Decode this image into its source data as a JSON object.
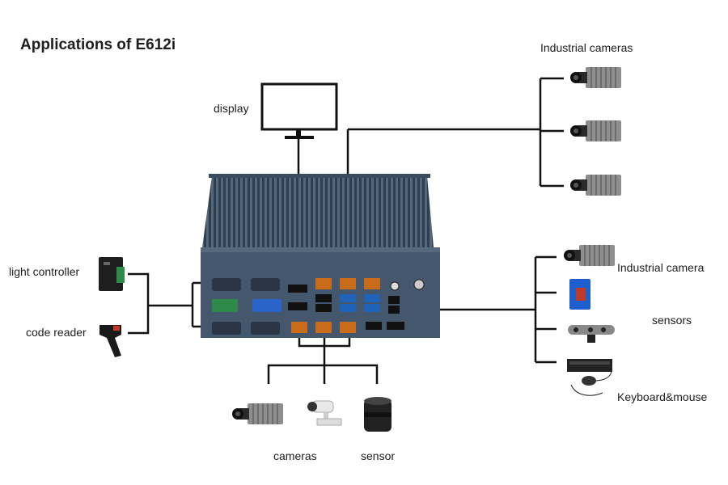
{
  "title": "Applications of E612i",
  "labels": {
    "display": "display",
    "industrial_cameras": "Industrial cameras",
    "light_controller": "light controller",
    "code_reader": "code reader",
    "industrial_camera": "Industrial camera",
    "sensors": "sensors",
    "keyboard_mouse": "Keyboard&mouse",
    "cameras": "cameras",
    "sensor": "sensor"
  },
  "colors": {
    "line": "#111111",
    "chassis": "#3d4f63",
    "fins": "#2f3f52",
    "panel": "#4a5d73",
    "camera_body": "#9a9a9a",
    "sensor_blue": "#1e5fd0"
  },
  "icons": {
    "display": "monitor-icon",
    "industrial_camera": "industrial-camera-icon",
    "light_controller": "light-controller-icon",
    "code_reader": "barcode-scanner-icon",
    "sensor": "photoelectric-sensor-icon",
    "depth_sensor": "depth-sensor-icon",
    "keyboard": "keyboard-icon",
    "mouse": "mouse-icon",
    "security_camera": "security-camera-icon",
    "lidar": "lidar-sensor-icon"
  }
}
